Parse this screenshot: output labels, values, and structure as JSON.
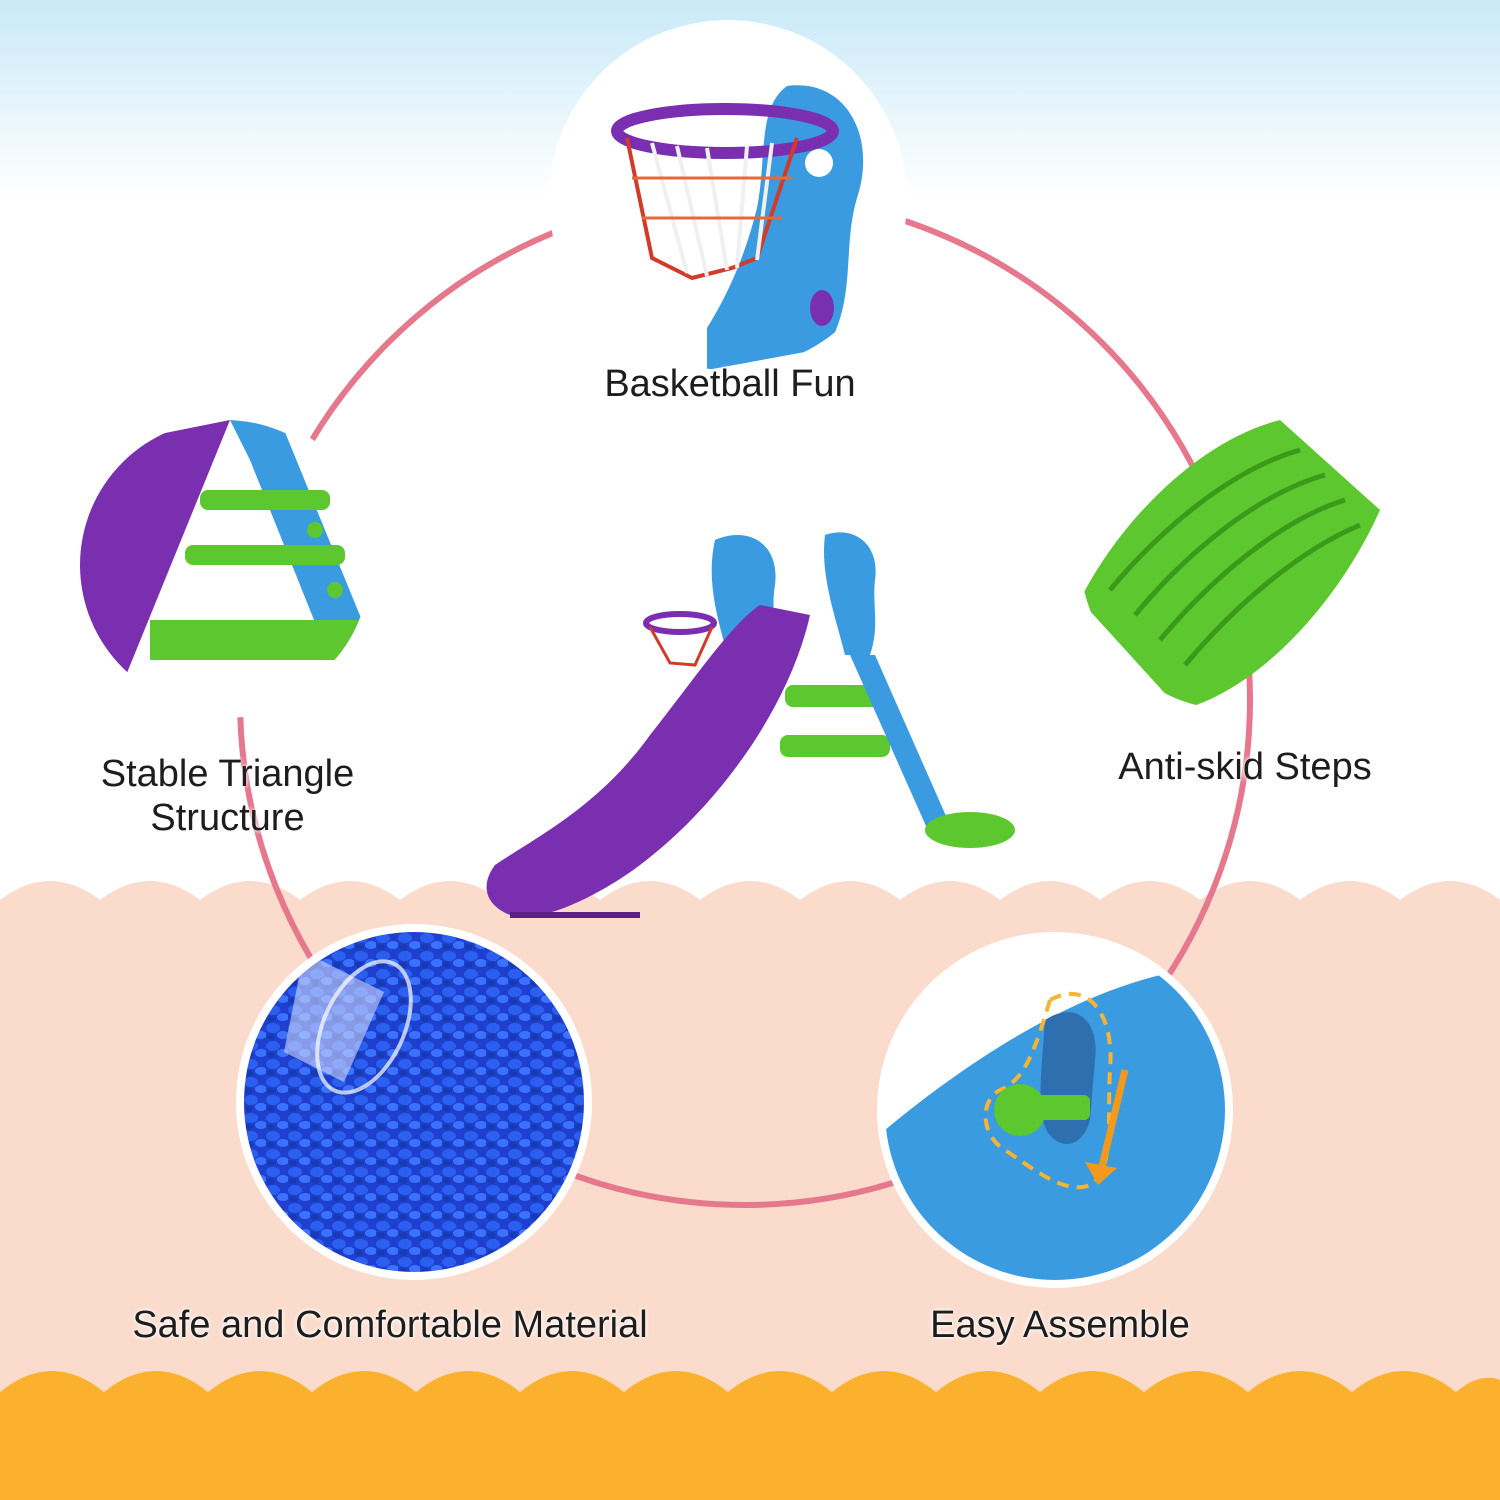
{
  "colors": {
    "sky_top": "#c9e9f8",
    "pink_band": "#fadbcc",
    "orange_band": "#fbb12d",
    "ring": "#e6788d",
    "slide_purple": "#7a2fb0",
    "frame_blue": "#3a9be0",
    "step_green": "#5cc72e"
  },
  "features": {
    "basketball": {
      "label": "Basketball Fun",
      "icon": "basketball-hoop-icon"
    },
    "triangle": {
      "label_line1": "Stable Triangle",
      "label_line2": "Structure",
      "icon": "triangle-frame-icon"
    },
    "steps": {
      "label": "Anti-skid Steps",
      "icon": "textured-step-icon"
    },
    "material": {
      "label": "Safe and Comfortable Material",
      "icon": "plastic-pellets-icon"
    },
    "assemble": {
      "label": "Easy Assemble",
      "icon": "snap-lock-icon"
    }
  },
  "product": {
    "icon": "kids-slide-icon"
  }
}
